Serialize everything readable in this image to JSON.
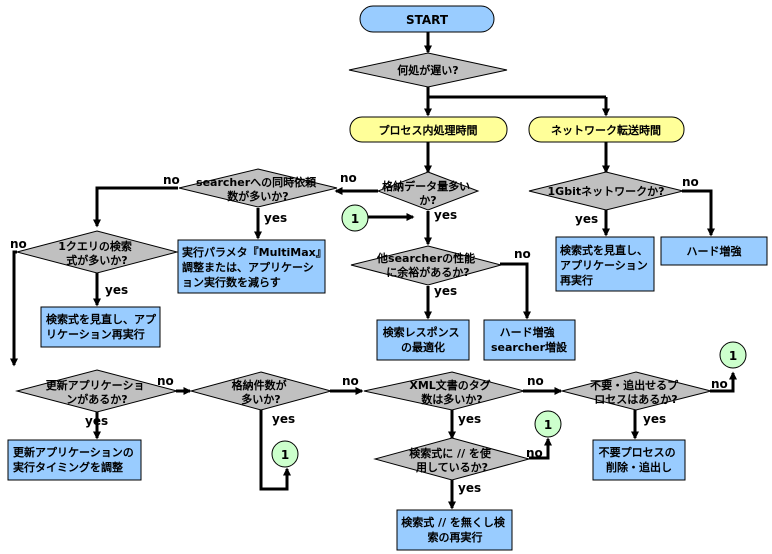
{
  "colors": {
    "start_fill": "#99ccff",
    "category_fill": "#ffff99",
    "decision_fill": "#c0c0c0",
    "action_fill": "#99ccff",
    "connector_fill": "#ccffcc",
    "line": "#000000"
  },
  "start": "START",
  "decisions": {
    "where_slow": [
      "何処が遅い?"
    ],
    "concurrent": [
      "searcherへの同時依頼",
      "数が多いか?"
    ],
    "storage_many": [
      "格納データ量多い",
      "か?"
    ],
    "gbit": [
      "1Gbitネットワークか?"
    ],
    "query_many": [
      "1クエリの検索",
      "式が多いか?"
    ],
    "searcher_room": [
      "他searcherの性能",
      "に余裕があるか?"
    ],
    "update_app": [
      "更新アプリケーショ",
      "ンがあるか?"
    ],
    "count_many": [
      "格納件数が",
      "多いか?"
    ],
    "xml_tags": [
      "XML文書のタグ",
      "数は多いか?"
    ],
    "purge": [
      "不要・追出せるプ",
      "ロセスはあるか?"
    ],
    "slashslash": [
      "検索式に // を使",
      "用しているか?"
    ]
  },
  "categories": {
    "process": "プロセス内処理時間",
    "network": "ネットワーク転送時間"
  },
  "actions": {
    "multimax": [
      "実行パラメタ『MultiMax』",
      "調整または、アプリケーシ",
      "ョン実行数を減らす"
    ],
    "revise_query_net": [
      "検索式を見直し、",
      "アプリケーション",
      "再実行"
    ],
    "hard_net": [
      "ハード増強"
    ],
    "revise_query": [
      "検索式を見直し、アプ",
      "リケーション再実行"
    ],
    "optimize_response": [
      "検索レスポンス",
      "の最適化"
    ],
    "hard_searcher": [
      "ハード増強",
      "searcher増設"
    ],
    "update_timing": [
      "更新アプリケーションの",
      "実行タイミングを調整"
    ],
    "delete_process": [
      "不要プロセスの",
      "削除・追出し"
    ],
    "remove_slash": [
      "検索式 // を無くし検",
      "索の再実行"
    ]
  },
  "labels": {
    "yes": "yes",
    "no": "no"
  },
  "connector_label": "1"
}
